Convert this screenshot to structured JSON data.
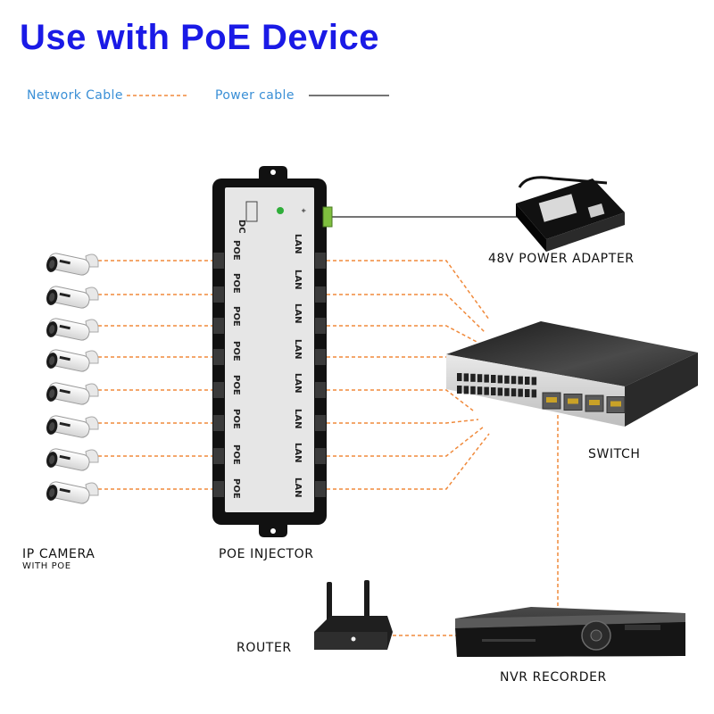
{
  "title": "Use with PoE Device",
  "legend": {
    "network_cable": "Network Cable",
    "power_cable": "Power cable"
  },
  "colors": {
    "title": "#1a1ae6",
    "legend_text": "#3a8fd6",
    "network_cable": "#f08a3c",
    "power_cable": "#222222"
  },
  "labels": {
    "power_adapter": "48V POWER ADAPTER",
    "switch": "SWITCH",
    "ip_camera": "IP CAMERA",
    "with_poe": "WITH POE",
    "poe_injector": "POE INJECTOR",
    "router": "ROUTER",
    "nvr_recorder": "NVR RECORDER"
  },
  "injector": {
    "dc_label": "DC",
    "poe_ports": [
      "POE",
      "POE",
      "POE",
      "POE",
      "POE",
      "POE",
      "POE",
      "POE"
    ],
    "lan_ports": [
      "LAN",
      "LAN",
      "LAN",
      "LAN",
      "LAN",
      "LAN",
      "LAN",
      "LAN"
    ]
  },
  "cameras": 8
}
